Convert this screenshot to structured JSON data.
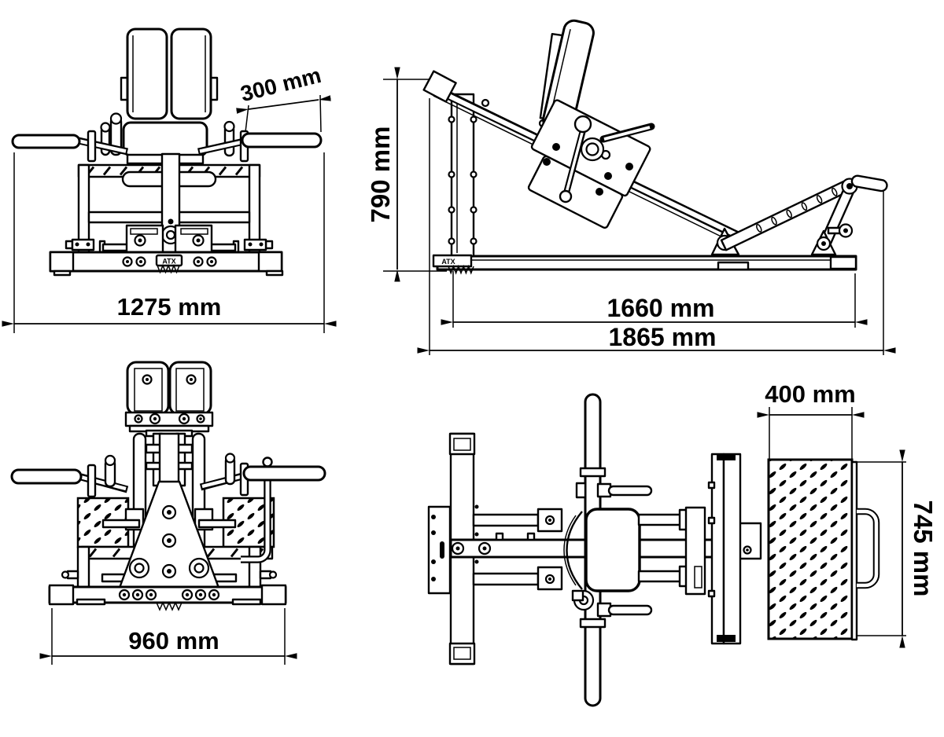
{
  "drawing": {
    "type": "technical-dimension-drawing",
    "views": [
      "front",
      "side",
      "rear",
      "top"
    ]
  },
  "dims": {
    "handle_grip_width": "300 mm",
    "front_total_width": "1275 mm",
    "side_height": "790 mm",
    "side_inner_length": "1660 mm",
    "side_total_length": "1865 mm",
    "rear_base_width": "960 mm",
    "footplate_width": "400 mm",
    "footplate_depth": "745 mm"
  },
  "brand": {
    "label": "ATX"
  },
  "colors": {
    "line": "#000000",
    "background": "#ffffff"
  }
}
